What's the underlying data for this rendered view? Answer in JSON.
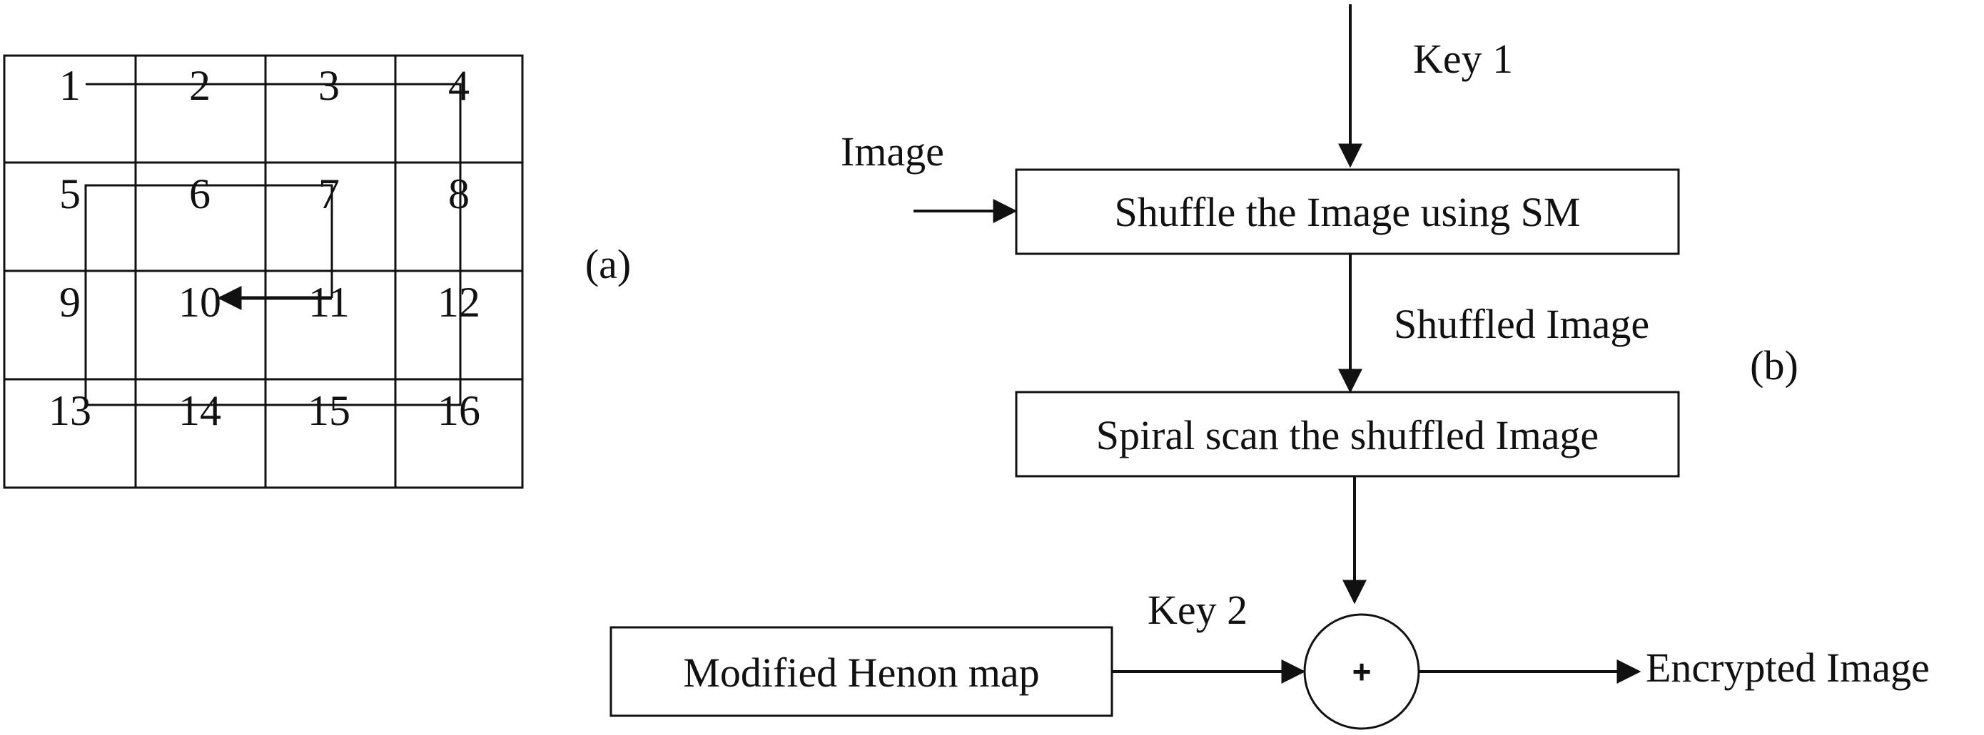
{
  "panel_a": {
    "label": "(a)",
    "grid_numbers": [
      "1",
      "2",
      "3",
      "4",
      "5",
      "6",
      "7",
      "8",
      "9",
      "10",
      "11",
      "12",
      "13",
      "14",
      "15",
      "16"
    ]
  },
  "panel_b": {
    "label": "(b)",
    "key1": "Key 1",
    "image_input": "Image",
    "shuffle_box": "Shuffle the Image using SM",
    "shuffled_label": "Shuffled Image",
    "spiral_box": "Spiral scan the shuffled Image",
    "key2": "Key 2",
    "henon_box": "Modified Henon map",
    "xor_symbol": "+",
    "output": "Encrypted Image"
  }
}
